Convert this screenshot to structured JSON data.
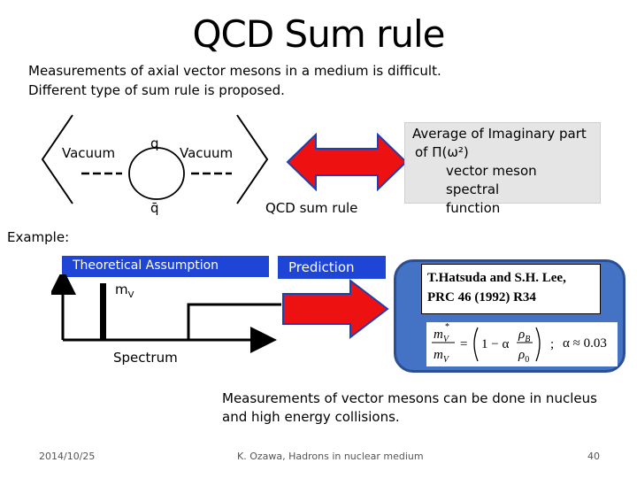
{
  "slide": {
    "title": "QCD Sum rule",
    "intro_line1": "Measurements of axial vector mesons in a medium is difficult.",
    "intro_line2": "Different type of sum rule is proposed."
  },
  "diagram": {
    "vacuum_left": "Vacuum",
    "vacuum_right": "Vacuum",
    "quark_label": "q",
    "antiquark_label": "q̄",
    "qcd_sum_rule_label": "QCD sum rule",
    "average_text": "Average of Imaginary part of Π(ω²) vector meson spectral function",
    "average_line1": "Average of Imaginary part",
    "average_line2": "of Π(ω²)",
    "average_line3": "vector meson spectral",
    "average_line4": "function"
  },
  "example": {
    "label": "Example:",
    "theoretical_assumption": "Theoretical Assumption",
    "prediction": "Prediction",
    "mv_label": "mV",
    "spectrum_label": "Spectrum",
    "citation_line1": "T.Hatsuda and S.H. Lee,",
    "citation_line2": "PRC 46 (1992) R34",
    "formula_alpha": "α ≈ 0.03"
  },
  "conclusion": {
    "line1": "Measurements of vector mesons can be done in nucleus",
    "line2": "and high energy collisions."
  },
  "footer": {
    "date": "2014/10/25",
    "author": "K. Ozawa, Hadrons in nuclear medium",
    "page": "40"
  },
  "colors": {
    "arrow_red": "#ee1111",
    "arrow_border": "#1f3fb0",
    "banner_blue": "#1f45d6",
    "bubble_blue": "#4472c4"
  }
}
